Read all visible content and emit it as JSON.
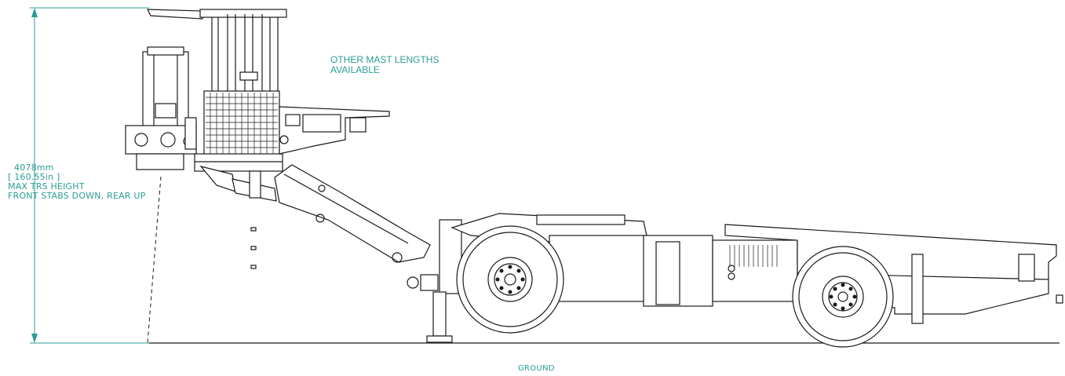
{
  "dimension": {
    "value_mm": "4078mm",
    "value_in": "[ 160.55in ]",
    "label_line1": "MAX TRS HEIGHT",
    "label_line2": "FRONT STABS DOWN, REAR UP"
  },
  "notes": {
    "mast_line1": "OTHER MAST LENGTHS",
    "mast_line2": "AVAILABLE"
  },
  "ground_label": "GROUND",
  "colors": {
    "annotation": "#2a9d95",
    "linework": "#1a1a1a"
  }
}
